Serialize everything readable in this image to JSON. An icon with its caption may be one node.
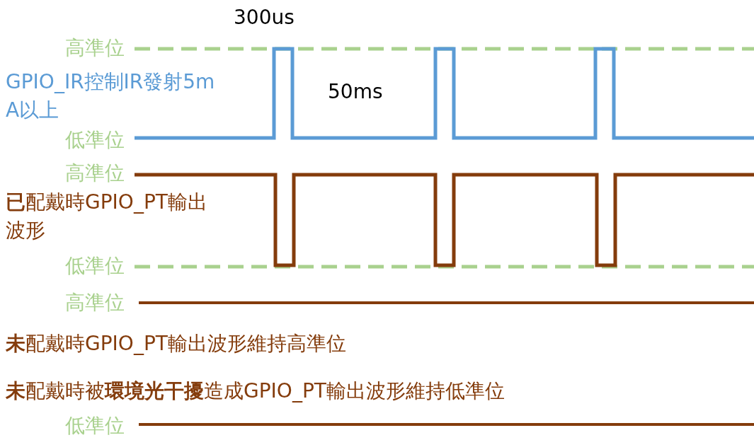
{
  "diagram": {
    "labels": [
      "300us",
      "高準位",
      "GPIO_IR控制IR發射5mA以上",
      "50ms",
      "低準位",
      "高準位",
      "**已**配戴時GPIO_PT輸出波形",
      "低準位",
      "高準位",
      "**未**配戴時GPIO_PT輸出波形維持高準位",
      "**未**配戴時被**環境光干擾**造成GPIO_PT輸出波形維持低準位",
      "低準位"
    ]
  }
}
